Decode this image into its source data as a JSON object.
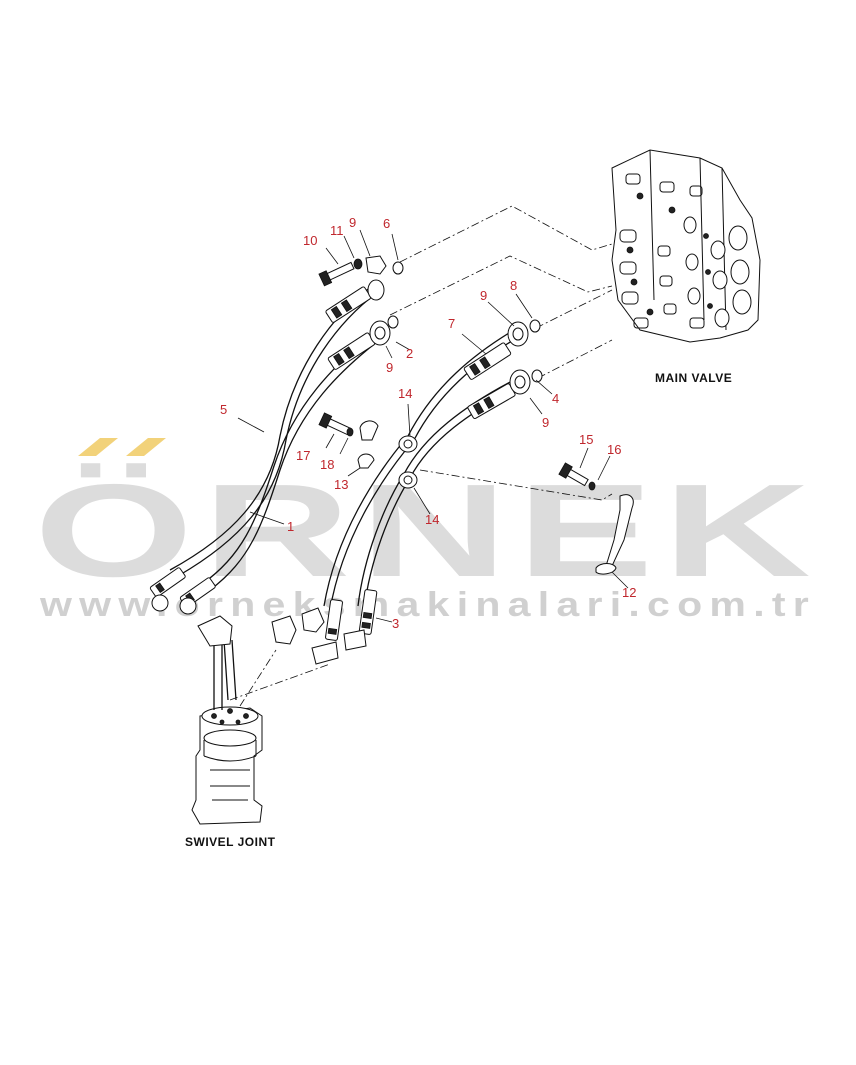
{
  "watermark": {
    "brand": "ÖRNEK",
    "url": "www.orneksmakinalari.com.tr",
    "accent_color": "#f2d27a",
    "text_color": "#dcdcdc"
  },
  "captions": {
    "main_valve": "MAIN VALVE",
    "swivel_joint": "SWIVEL JOINT"
  },
  "callouts": {
    "c1": "1",
    "c2": "2",
    "c3": "3",
    "c4": "4",
    "c5": "5",
    "c6": "6",
    "c7": "7",
    "c8": "8",
    "c9a": "9",
    "c9b": "9",
    "c9c": "9",
    "c9d": "9",
    "c10": "10",
    "c11": "11",
    "c12": "12",
    "c13": "13",
    "c14a": "14",
    "c14b": "14",
    "c15": "15",
    "c16": "16",
    "c17": "17",
    "c18": "18"
  },
  "colors": {
    "callout": "#c0272d",
    "line": "#111111"
  }
}
